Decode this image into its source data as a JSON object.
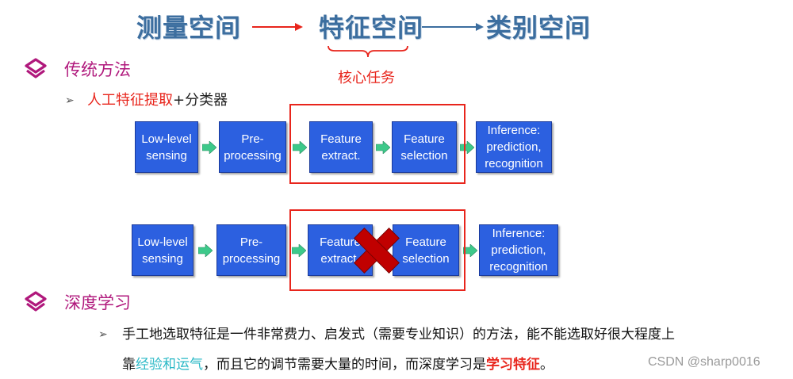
{
  "title": {
    "measurement_space": "测量空间",
    "feature_space": "特征空间",
    "category_space": "类别空间",
    "core_task": "核心任务"
  },
  "traditional": {
    "heading": "传统方法",
    "bullet_red": "人工特征提取",
    "bullet_rest": "+分类器",
    "pipeline_top": [
      "Low-level sensing",
      "Pre-processing",
      "Feature extract.",
      "Feature selection",
      "Inference: prediction, recognition"
    ],
    "pipeline_bottom": [
      "Low-level sensing",
      "Pre-processing",
      "Feature extract.",
      "Feature selection",
      "Inference: prediction, recognition"
    ]
  },
  "deep": {
    "heading": "深度学习",
    "line1": "手工地选取特征是一件非常费力、启发式（需要专业知识）的方法，能不能选取好很大程度上",
    "line2_a": "靠",
    "line2_teal": "经验和运气",
    "line2_b": "，而且它的调节需要大量的时间，而深度学习是",
    "line2_bold": "学习特征",
    "line2_end": "。"
  },
  "watermark": "CSDN @sharp0016",
  "colors": {
    "title_blue": "#3c6e9f",
    "heading_magenta": "#b0187c",
    "accent_red": "#e8251c",
    "box_blue": "#2c60e0",
    "arrow_green": "#3dc98a",
    "cross_red": "#c00000",
    "teal": "#29b8c6"
  }
}
